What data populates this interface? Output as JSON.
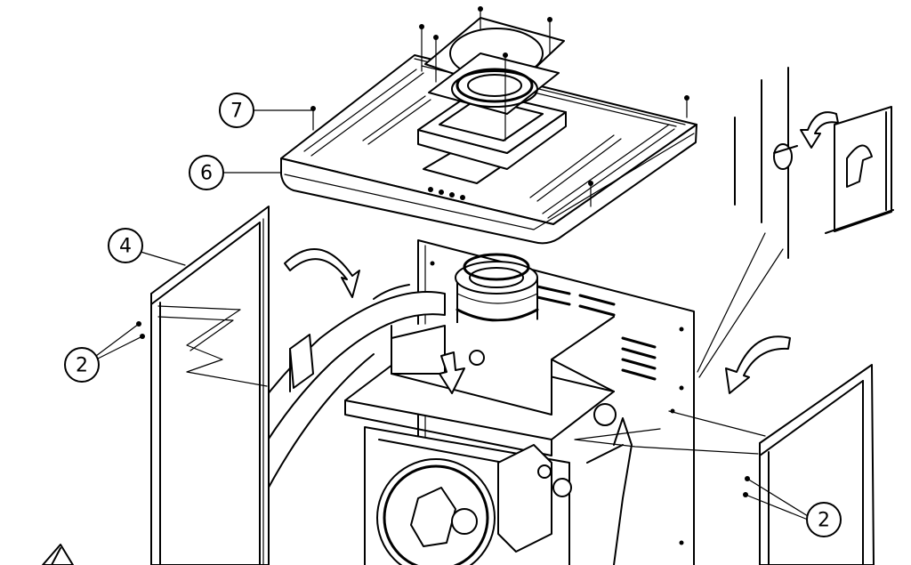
{
  "callouts": {
    "c7": "7",
    "c6": "6",
    "c4": "4",
    "c2_left": "2",
    "c2_right": "2"
  }
}
